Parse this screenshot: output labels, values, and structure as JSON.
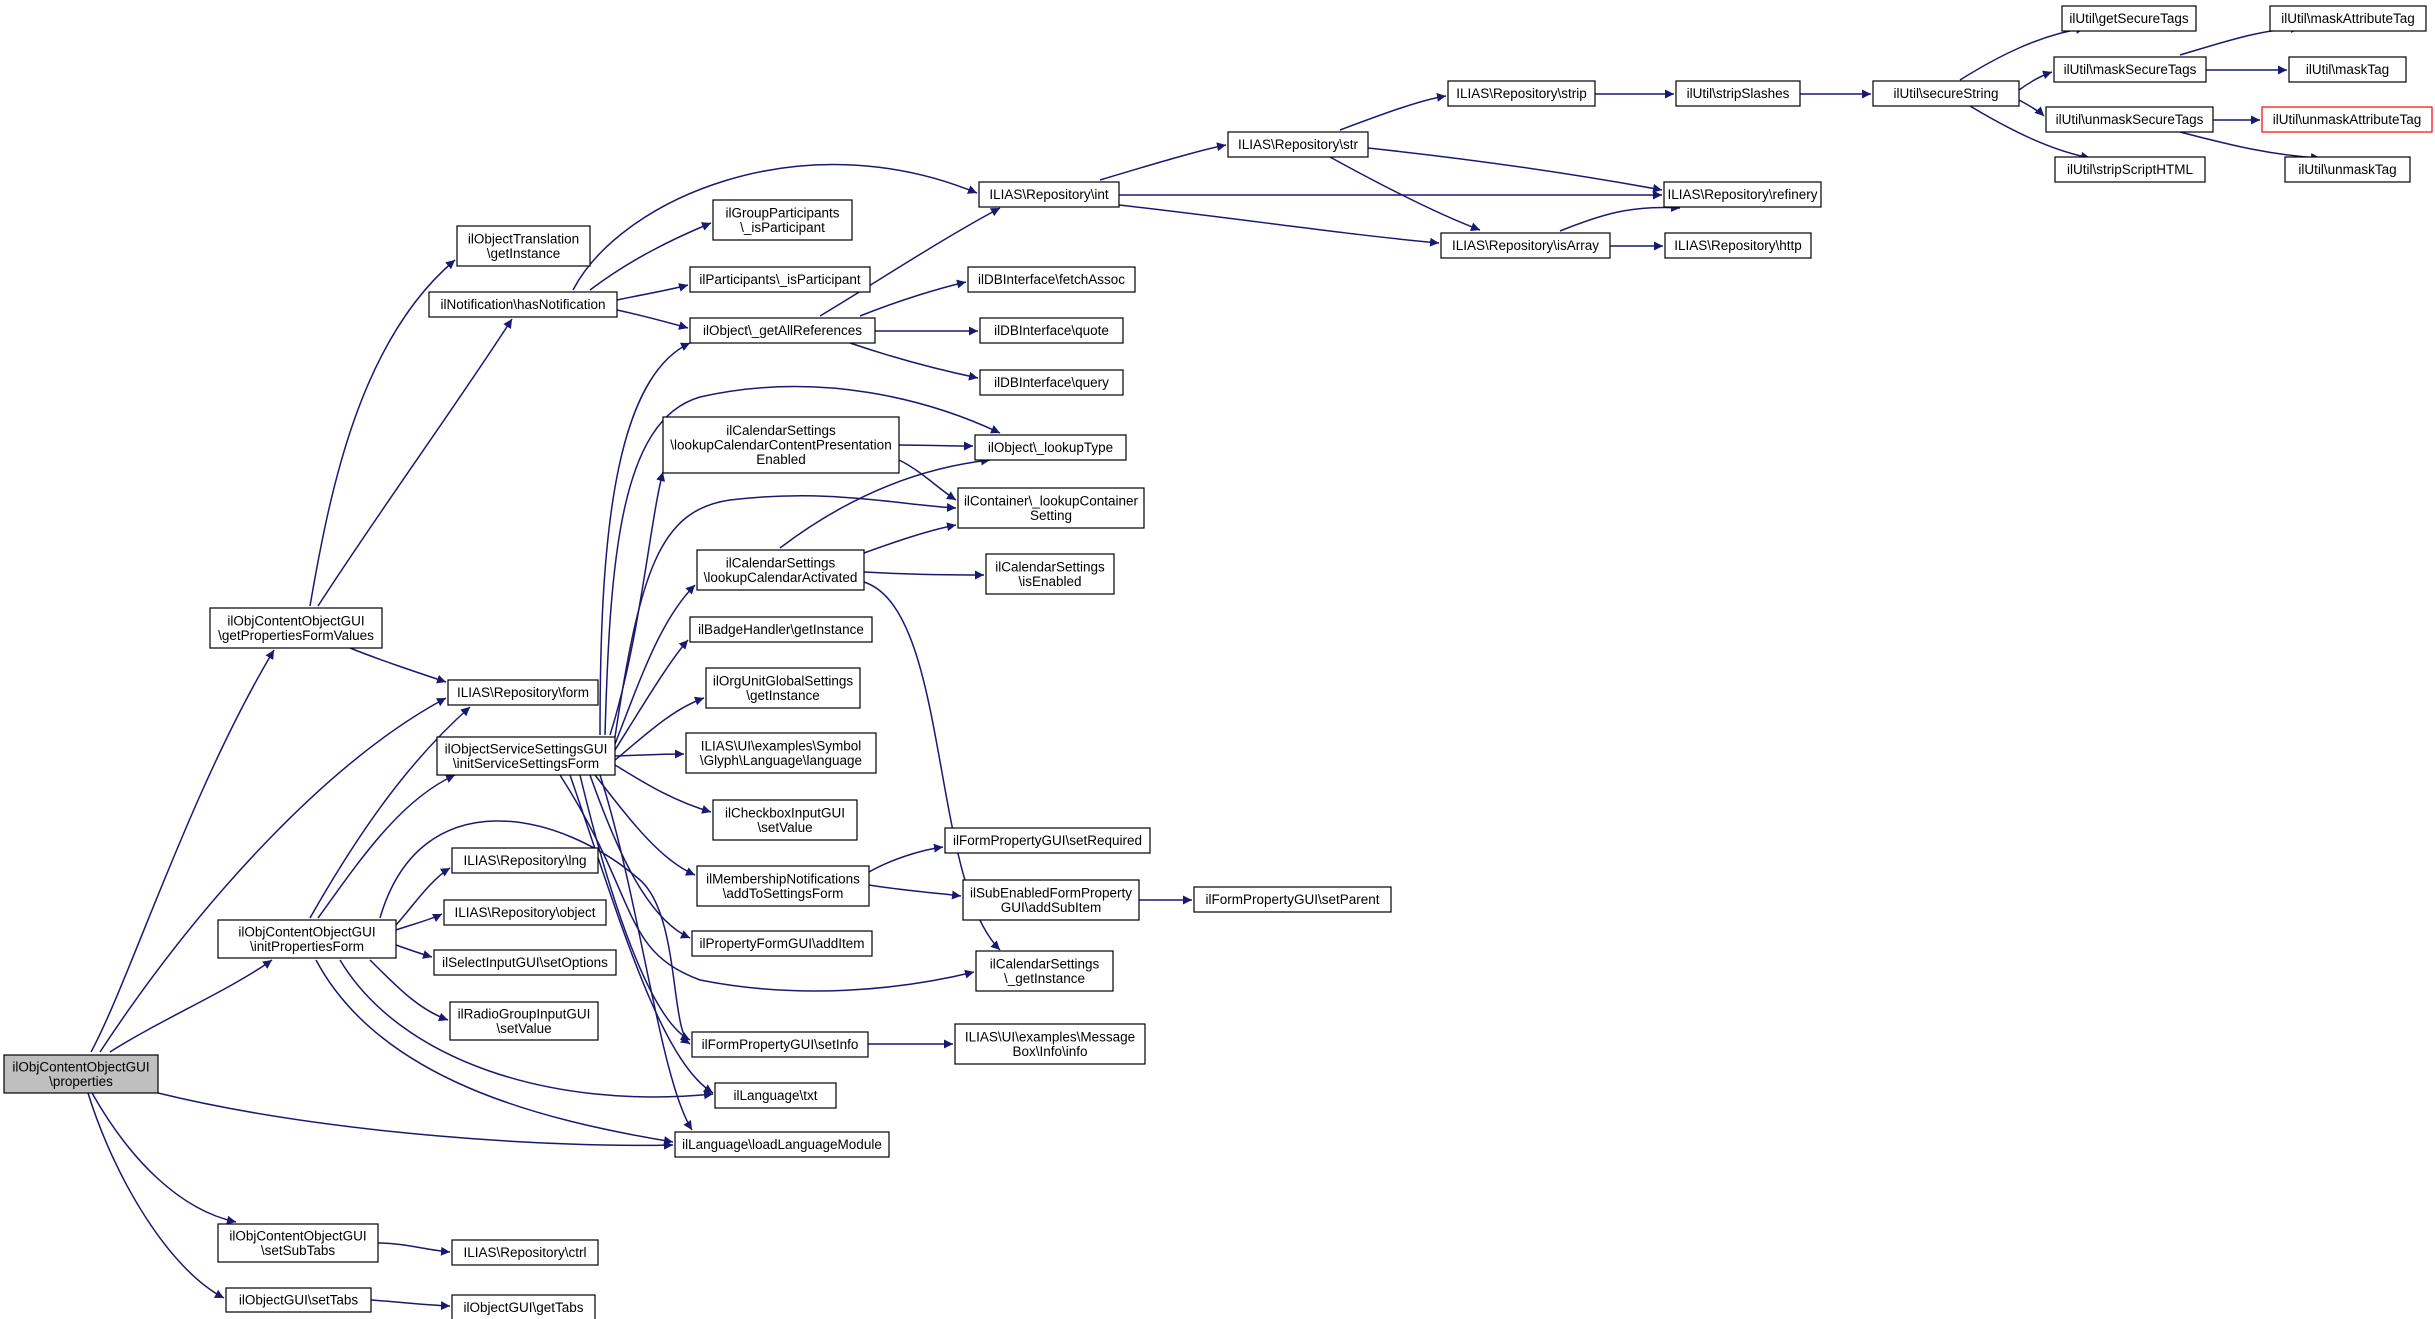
{
  "diagram": {
    "title": "",
    "colors": {
      "edge": "#191970",
      "node_border": "#000000",
      "root_fill": "#bfbfbf",
      "truncated_border": "#ff0000"
    },
    "nodes": [
      {
        "id": "n0",
        "lines": [
          "ilObjContentObjectGUI",
          "\\properties"
        ],
        "root": true
      },
      {
        "id": "n1",
        "lines": [
          "ilObjContentObjectGUI",
          "\\getPropertiesFormValues"
        ]
      },
      {
        "id": "n2",
        "lines": [
          "ilObjContentObjectGUI",
          "\\initPropertiesForm"
        ]
      },
      {
        "id": "n3",
        "lines": [
          "ilObjContentObjectGUI",
          "\\setSubTabs"
        ]
      },
      {
        "id": "n4",
        "lines": [
          "ilObjectGUI\\setTabs"
        ]
      },
      {
        "id": "n5",
        "lines": [
          "ilObjectTranslation",
          "\\getInstance"
        ]
      },
      {
        "id": "n6",
        "lines": [
          "ilNotification\\hasNotification"
        ]
      },
      {
        "id": "n7",
        "lines": [
          "ILIAS\\Repository\\form"
        ]
      },
      {
        "id": "n8",
        "lines": [
          "ilObjectServiceSettingsGUI",
          "\\initServiceSettingsForm"
        ]
      },
      {
        "id": "n9",
        "lines": [
          "ILIAS\\Repository\\lng"
        ]
      },
      {
        "id": "n10",
        "lines": [
          "ILIAS\\Repository\\object"
        ]
      },
      {
        "id": "n11",
        "lines": [
          "ilSelectInputGUI\\setOptions"
        ]
      },
      {
        "id": "n12",
        "lines": [
          "ilRadioGroupInputGUI",
          "\\setValue"
        ]
      },
      {
        "id": "n13",
        "lines": [
          "ILIAS\\Repository\\ctrl"
        ]
      },
      {
        "id": "n14",
        "lines": [
          "ilObjectGUI\\getTabs"
        ]
      },
      {
        "id": "n15",
        "lines": [
          "ilGroupParticipants",
          "\\_isParticipant"
        ]
      },
      {
        "id": "n16",
        "lines": [
          "ilParticipants\\_isParticipant"
        ]
      },
      {
        "id": "n17",
        "lines": [
          "ilObject\\_getAllReferences"
        ]
      },
      {
        "id": "n18",
        "lines": [
          "ilCalendarSettings",
          "\\lookupCalendarContentPresentation",
          "Enabled"
        ]
      },
      {
        "id": "n19",
        "lines": [
          "ilCalendarSettings",
          "\\lookupCalendarActivated"
        ]
      },
      {
        "id": "n20",
        "lines": [
          "ilBadgeHandler\\getInstance"
        ]
      },
      {
        "id": "n21",
        "lines": [
          "ilOrgUnitGlobalSettings",
          "\\getInstance"
        ]
      },
      {
        "id": "n22",
        "lines": [
          "ILIAS\\UI\\examples\\Symbol",
          "\\Glyph\\Language\\language"
        ]
      },
      {
        "id": "n23",
        "lines": [
          "ilCheckboxInputGUI",
          "\\setValue"
        ]
      },
      {
        "id": "n24",
        "lines": [
          "ilMembershipNotifications",
          "\\addToSettingsForm"
        ]
      },
      {
        "id": "n25",
        "lines": [
          "ilPropertyFormGUI\\addItem"
        ]
      },
      {
        "id": "n26",
        "lines": [
          "ilFormPropertyGUI\\setInfo"
        ]
      },
      {
        "id": "n27",
        "lines": [
          "ilLanguage\\txt"
        ]
      },
      {
        "id": "n28",
        "lines": [
          "ilLanguage\\loadLanguageModule"
        ]
      },
      {
        "id": "n29",
        "lines": [
          "ILIAS\\Repository\\int"
        ]
      },
      {
        "id": "n30",
        "lines": [
          "ilDBInterface\\fetchAssoc"
        ]
      },
      {
        "id": "n31",
        "lines": [
          "ilDBInterface\\quote"
        ]
      },
      {
        "id": "n32",
        "lines": [
          "ilDBInterface\\query"
        ]
      },
      {
        "id": "n33",
        "lines": [
          "ilObject\\_lookupType"
        ]
      },
      {
        "id": "n34",
        "lines": [
          "ilContainer\\_lookupContainer",
          "Setting"
        ]
      },
      {
        "id": "n35",
        "lines": [
          "ilCalendarSettings",
          "\\isEnabled"
        ]
      },
      {
        "id": "n36",
        "lines": [
          "ilFormPropertyGUI\\setRequired"
        ]
      },
      {
        "id": "n37",
        "lines": [
          "ilSubEnabledFormProperty",
          "GUI\\addSubItem"
        ]
      },
      {
        "id": "n38",
        "lines": [
          "ilCalendarSettings",
          "\\_getInstance"
        ]
      },
      {
        "id": "n39",
        "lines": [
          "ILIAS\\UI\\examples\\Message",
          "Box\\Info\\info"
        ]
      },
      {
        "id": "n40",
        "lines": [
          "ilFormPropertyGUI\\setParent"
        ]
      },
      {
        "id": "n41",
        "lines": [
          "ILIAS\\Repository\\str"
        ]
      },
      {
        "id": "n42",
        "lines": [
          "ILIAS\\Repository\\strip"
        ]
      },
      {
        "id": "n43",
        "lines": [
          "ilUtil\\stripSlashes"
        ]
      },
      {
        "id": "n44",
        "lines": [
          "ilUtil\\secureString"
        ]
      },
      {
        "id": "n45",
        "lines": [
          "ILIAS\\Repository\\refinery"
        ]
      },
      {
        "id": "n46",
        "lines": [
          "ILIAS\\Repository\\isArray"
        ]
      },
      {
        "id": "n47",
        "lines": [
          "ILIAS\\Repository\\http"
        ]
      },
      {
        "id": "n48",
        "lines": [
          "ilUtil\\getSecureTags"
        ]
      },
      {
        "id": "n49",
        "lines": [
          "ilUtil\\maskSecureTags"
        ]
      },
      {
        "id": "n50",
        "lines": [
          "ilUtil\\unmaskSecureTags"
        ]
      },
      {
        "id": "n51",
        "lines": [
          "ilUtil\\stripScriptHTML"
        ]
      },
      {
        "id": "n52",
        "lines": [
          "ilUtil\\maskAttributeTag"
        ]
      },
      {
        "id": "n53",
        "lines": [
          "ilUtil\\maskTag"
        ]
      },
      {
        "id": "n54",
        "lines": [
          "ilUtil\\unmaskAttributeTag"
        ],
        "truncated": true
      },
      {
        "id": "n55",
        "lines": [
          "ilUtil\\unmaskTag"
        ]
      }
    ]
  }
}
